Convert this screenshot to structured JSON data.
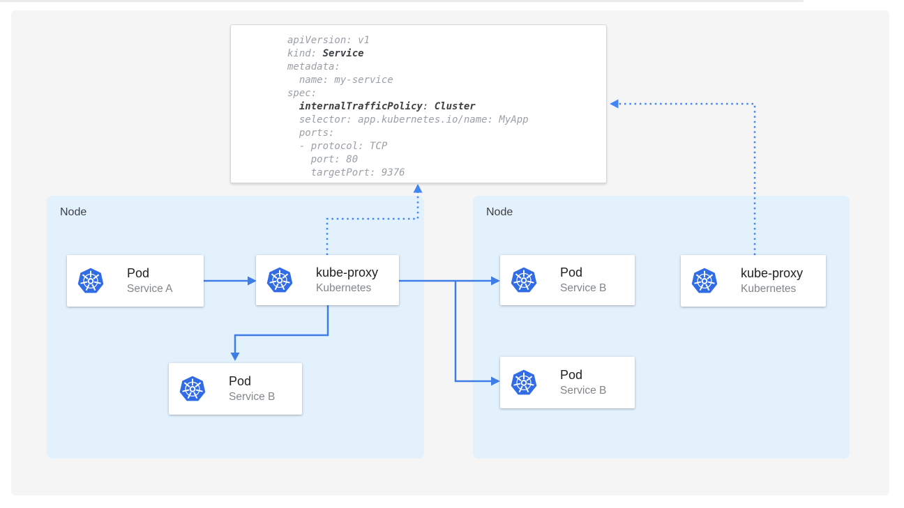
{
  "yaml_panel": {
    "lines": [
      [
        "apiVersion: v1"
      ],
      [
        "kind: ",
        "Service"
      ],
      [
        "metadata:"
      ],
      [
        "  name: my-service"
      ],
      [
        "spec:"
      ],
      [
        "  ",
        "internalTrafficPolicy",
        ": ",
        "Cluster"
      ],
      [
        "  selector: app.kubernetes.io/name: MyApp"
      ],
      [
        "  ports:"
      ],
      [
        "  - protocol: TCP"
      ],
      [
        "    port: 80"
      ],
      [
        "    targetPort: 9376"
      ]
    ]
  },
  "nodes": [
    {
      "label": "Node"
    },
    {
      "label": "Node"
    }
  ],
  "cards": [
    {
      "title": "Pod",
      "subtitle": "Service A"
    },
    {
      "title": "kube-proxy",
      "subtitle": "Kubernetes"
    },
    {
      "title": "Pod",
      "subtitle": "Service B"
    },
    {
      "title": "Pod",
      "subtitle": "Service B"
    },
    {
      "title": "Pod",
      "subtitle": "Service B"
    },
    {
      "title": "kube-proxy",
      "subtitle": "Kubernetes"
    }
  ],
  "icons": {
    "kubernetes": "kubernetes-wheel-icon"
  },
  "edges": [
    {
      "from": "pod-service-a",
      "to": "kube-proxy-left",
      "style": "solid-arrow"
    },
    {
      "from": "kube-proxy-left",
      "to": "pod-service-b-left",
      "style": "solid-arrow"
    },
    {
      "from": "kube-proxy-left",
      "to": "pod-service-b-right-top",
      "style": "solid-arrow"
    },
    {
      "from": "kube-proxy-left",
      "to": "pod-service-b-right-bottom",
      "style": "solid-arrow"
    },
    {
      "from": "kube-proxy-left",
      "to": "service-yaml-panel",
      "style": "dotted-arrow"
    },
    {
      "from": "kube-proxy-right",
      "to": "service-yaml-panel",
      "style": "dotted-arrow"
    }
  ],
  "colors": {
    "arrow_solid": "#3e7ce6",
    "arrow_dotted": "#4285f4",
    "k8s_logo": "#326ce5",
    "node_background": "#e3f1fd",
    "panel_background": "#f5f5f6",
    "card_title": "#202124",
    "card_subtitle": "#80868b",
    "code_regular": "#9aa0a6",
    "code_bold": "#3c4043"
  }
}
